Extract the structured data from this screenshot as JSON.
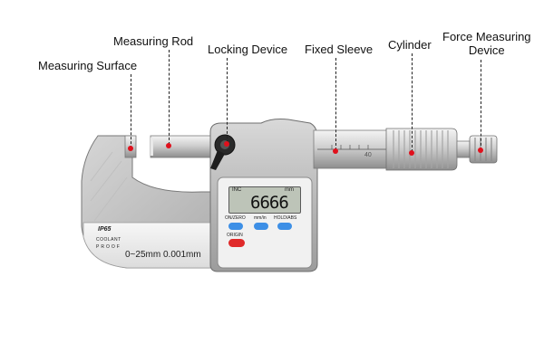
{
  "labels": {
    "measuring_surface": "Measuring Surface",
    "measuring_rod": "Measuring Rod",
    "locking_device": "Locking Device",
    "fixed_sleeve": "Fixed Sleeve",
    "cylinder": "Cylinder",
    "force_measuring_line1": "Force Measuring",
    "force_measuring_line2": "Device"
  },
  "instrument": {
    "display_value": "6666",
    "display_mode": "INC",
    "display_unit": "mm",
    "button_labels": [
      "ON/ZERO",
      "mm/in",
      "HOLD/ABS"
    ],
    "clear_label": "ORIGIN",
    "brand": "IP65",
    "coolant_line1": "COOLANT",
    "coolant_line2": "PROOF",
    "range": "0~25mm",
    "resolution": "0.001mm",
    "thimble_mark": "40"
  },
  "colors": {
    "marker": "#e0101c",
    "button_blue": "#3d8fe6",
    "button_red": "#e02a2a",
    "lcd": "#bdc4b8"
  }
}
